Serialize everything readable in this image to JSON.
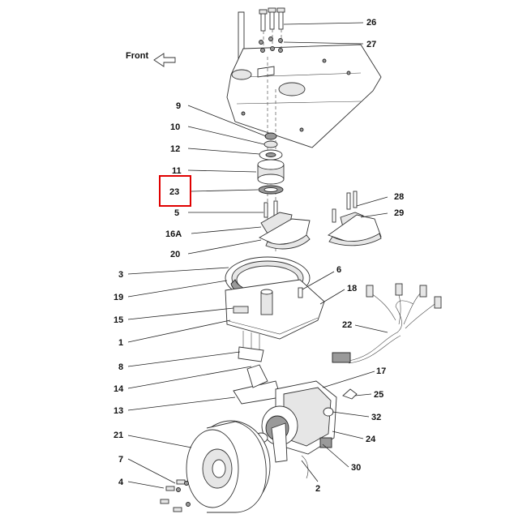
{
  "diagram": {
    "front_label": "Front",
    "highlight_color": "#e00000",
    "highlighted_callout": "23",
    "callouts": {
      "c26": "26",
      "c27": "27",
      "c9": "9",
      "c10": "10",
      "c12": "12",
      "c11": "11",
      "c23": "23",
      "c5": "5",
      "c16a": "16A",
      "c20": "20",
      "c28": "28",
      "c29": "29",
      "c3": "3",
      "c6": "6",
      "c19": "19",
      "c18": "18",
      "c15": "15",
      "c1": "1",
      "c22": "22",
      "c8": "8",
      "c14": "14",
      "c17": "17",
      "c13": "13",
      "c25": "25",
      "c32": "32",
      "c21": "21",
      "c24": "24",
      "c7": "7",
      "c30": "30",
      "c4": "4",
      "c2": "2"
    }
  }
}
